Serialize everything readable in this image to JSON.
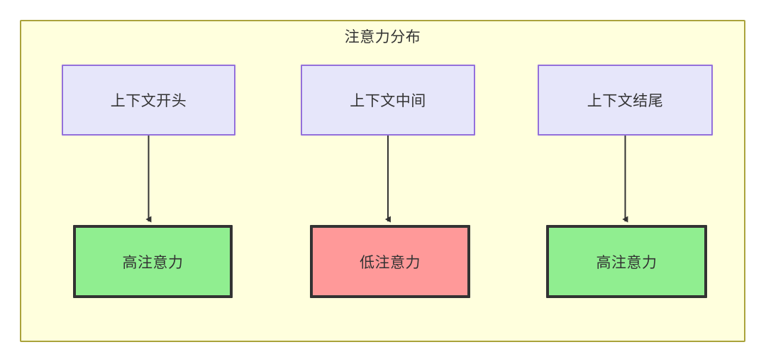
{
  "diagram": {
    "title": "注意力分布",
    "background_color": "#ffffdd",
    "border_color": "#aaa33c",
    "context_nodes": [
      {
        "id": "context-start",
        "label": "上下文开头",
        "fill": "#e6e6fa",
        "stroke": "#9370db"
      },
      {
        "id": "context-middle",
        "label": "上下文中间",
        "fill": "#e6e6fa",
        "stroke": "#9370db"
      },
      {
        "id": "context-end",
        "label": "上下文结尾",
        "fill": "#e6e6fa",
        "stroke": "#9370db"
      }
    ],
    "attention_nodes": [
      {
        "id": "attention-start",
        "label": "高注意力",
        "fill": "#90ee90",
        "stroke": "#333333"
      },
      {
        "id": "attention-middle",
        "label": "低注意力",
        "fill": "#ff9999",
        "stroke": "#333333"
      },
      {
        "id": "attention-end",
        "label": "高注意力",
        "fill": "#90ee90",
        "stroke": "#333333"
      }
    ],
    "edges": [
      {
        "from": "context-start",
        "to": "attention-start",
        "label": ""
      },
      {
        "from": "context-middle",
        "to": "attention-middle",
        "label": ""
      },
      {
        "from": "context-end",
        "to": "attention-end",
        "label": ""
      }
    ],
    "edge_color": "#333333"
  }
}
